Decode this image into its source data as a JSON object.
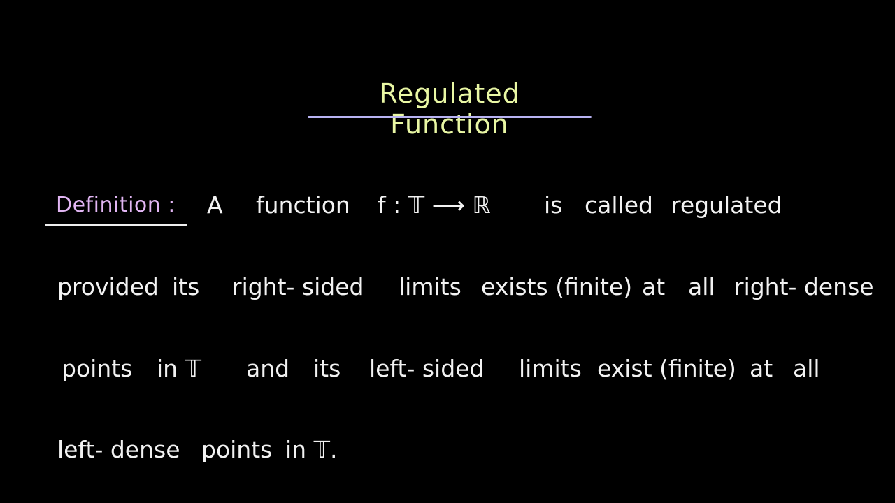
{
  "title": "Regulated Function",
  "definition": {
    "label": "Definition :",
    "line1": {
      "w1": "A",
      "w2": "function",
      "w3": "f : 𝕋 ⟶ ℝ",
      "w4": "is",
      "w5": "called",
      "w6": "regulated"
    },
    "line2": {
      "w1": "provided",
      "w2": "its",
      "w3": "right- sided",
      "w4": "limits",
      "w5": "exists (finite)",
      "w6": "at",
      "w7": "all",
      "w8": "right- dense"
    },
    "line3": {
      "w1": "points",
      "w2": "in 𝕋",
      "w3": "and",
      "w4": "its",
      "w5": "left- sided",
      "w6": "limits",
      "w7": "exist (finite)",
      "w8": "at",
      "w9": "all"
    },
    "line4": {
      "w1": "left- dense",
      "w2": "points",
      "w3": "in 𝕋."
    }
  },
  "colors": {
    "background": "#000000",
    "title": "#e9f7a4",
    "title_underline": "#b8b3f2",
    "label": "#e2b6f4",
    "body_text": "#f2f2f2"
  }
}
